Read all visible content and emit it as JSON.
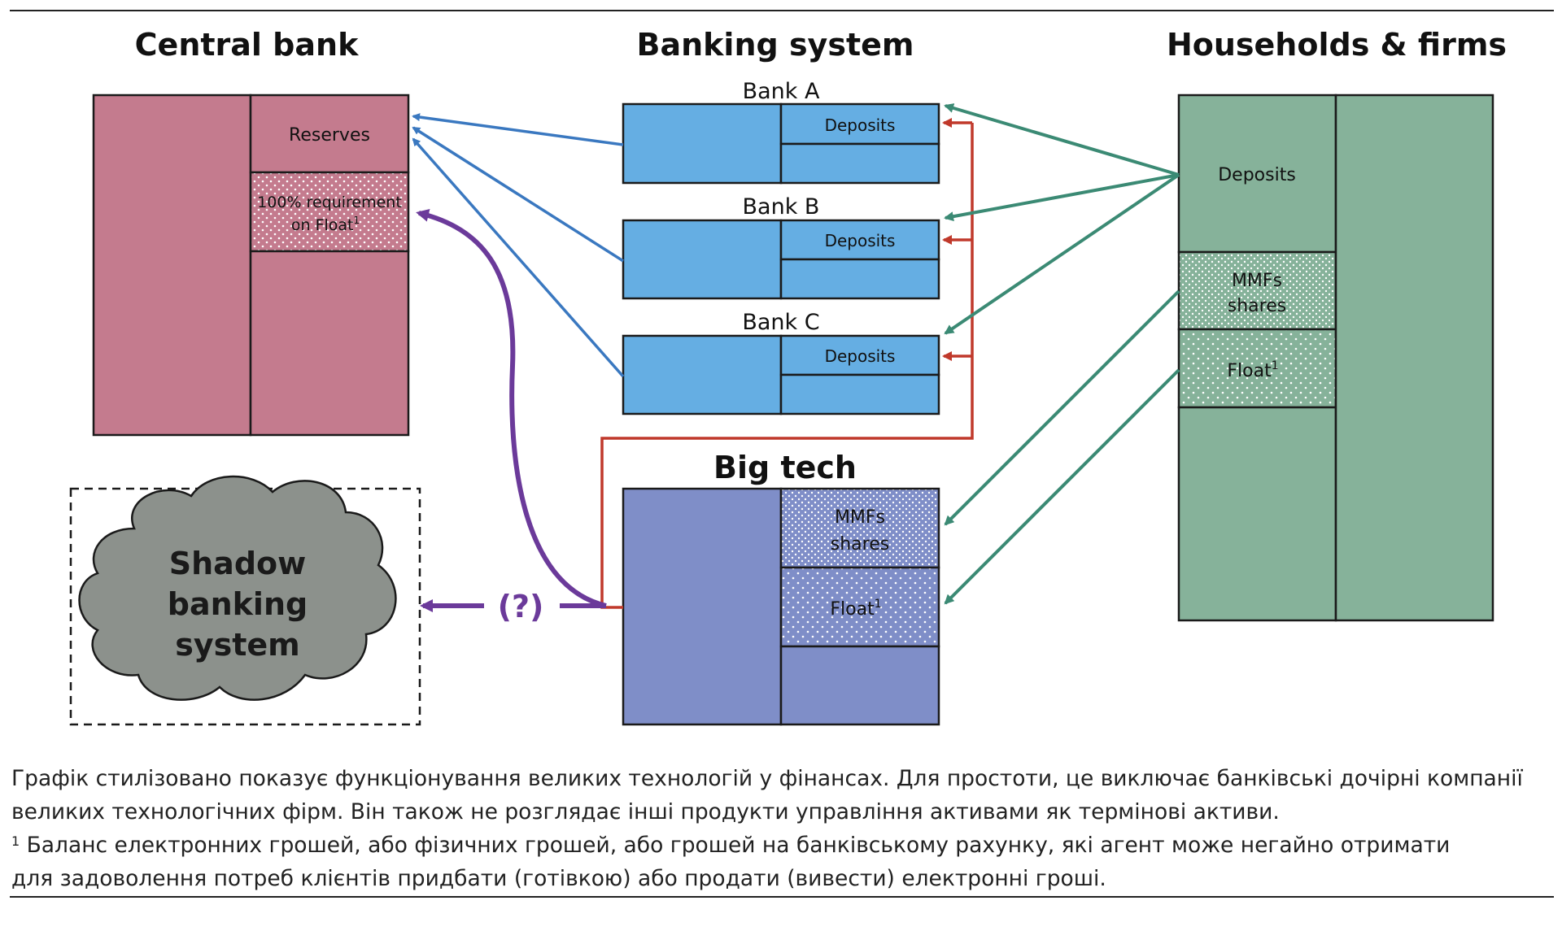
{
  "headers": {
    "central_bank": "Central bank",
    "banking_system": "Banking system",
    "households": "Households & firms",
    "big_tech": "Big tech"
  },
  "central_bank": {
    "reserves": "Reserves",
    "requirement_line1": "100% requirement",
    "requirement_line2": "on Float",
    "requirement_sup": "1"
  },
  "banks": [
    {
      "name": "Bank A",
      "deposits": "Deposits"
    },
    {
      "name": "Bank B",
      "deposits": "Deposits"
    },
    {
      "name": "Bank C",
      "deposits": "Deposits"
    }
  ],
  "households_cells": {
    "deposits": "Deposits",
    "mmfs_line1": "MMFs",
    "mmfs_line2": "shares",
    "float": "Float",
    "float_sup": "1"
  },
  "big_tech_cells": {
    "mmfs_line1": "MMFs",
    "mmfs_line2": "shares",
    "float": "Float",
    "float_sup": "1"
  },
  "shadow": {
    "line1": "Shadow",
    "line2": "banking",
    "line3": "system"
  },
  "question_label": "(?)",
  "caption": {
    "line1": "Графік стилізовано показує функціонування великих технологій у фінансах. Для простоти, це виключає банківські дочірні компанії",
    "line2": "великих технологічних фірм. Він також не розглядає інші продукти управління активами як термінові активи.",
    "footnote_mark": "1",
    "line3": " Баланс електронних грошей, або фізичних грошей, або грошей на банківському рахунку, які агент може негайно отримати",
    "line4": "для задоволення потреб клієнтів придбати (готівкою) або продати (вивести) електронні гроші."
  },
  "colors": {
    "central_bank": "#c47b8e",
    "bank": "#65aee3",
    "households": "#86b29a",
    "big_tech": "#7f8ec8",
    "shadow_cloud": "#8c918c",
    "arrow_blue": "#3a78c0",
    "arrow_green": "#3b8a74",
    "arrow_red": "#c0392b",
    "arrow_purple": "#6b3a9a"
  }
}
